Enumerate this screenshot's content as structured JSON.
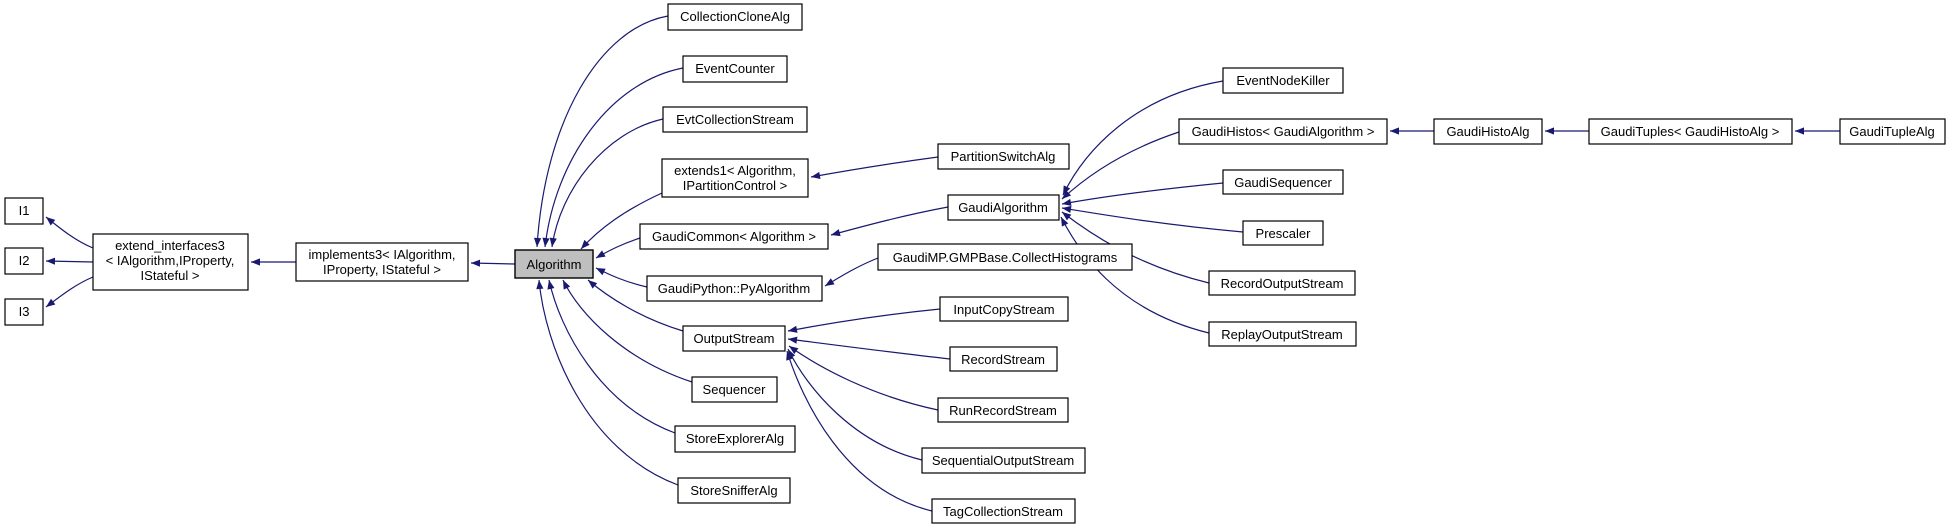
{
  "diagram": {
    "kind": "doxygen-inheritance-graph",
    "highlighted_node": "Algorithm",
    "colors": {
      "background": "#ffffff",
      "edge": "#191970",
      "node_border": "#000000",
      "node_fill": "#ffffff",
      "highlight_fill": "#bfbfbf",
      "text": "#000000"
    },
    "nodes": {
      "i1": {
        "label": "I1"
      },
      "i2": {
        "label": "I2"
      },
      "i3": {
        "label": "I3"
      },
      "extend_interfaces3": {
        "lines": [
          "extend_interfaces3",
          "< IAlgorithm,IProperty,",
          "IStateful >"
        ]
      },
      "implements3": {
        "lines": [
          "implements3< IAlgorithm,",
          "IProperty, IStateful >"
        ]
      },
      "algorithm": {
        "label": "Algorithm"
      },
      "collection_clone_alg": {
        "label": "CollectionCloneAlg"
      },
      "event_counter": {
        "label": "EventCounter"
      },
      "evt_collection_stream": {
        "label": "EvtCollectionStream"
      },
      "extends1": {
        "lines": [
          "extends1< Algorithm,",
          "IPartitionControl >"
        ]
      },
      "gaudi_common": {
        "label": "GaudiCommon< Algorithm >"
      },
      "gaudi_python_py_algorithm": {
        "label": "GaudiPython::PyAlgorithm"
      },
      "output_stream": {
        "label": "OutputStream"
      },
      "sequencer": {
        "label": "Sequencer"
      },
      "store_explorer_alg": {
        "label": "StoreExplorerAlg"
      },
      "store_sniffer_alg": {
        "label": "StoreSnifferAlg"
      },
      "partition_switch_alg": {
        "label": "PartitionSwitchAlg"
      },
      "gaudi_algorithm": {
        "label": "GaudiAlgorithm"
      },
      "gaudi_mp_collect_histograms": {
        "label": "GaudiMP.GMPBase.CollectHistograms"
      },
      "input_copy_stream": {
        "label": "InputCopyStream"
      },
      "record_stream": {
        "label": "RecordStream"
      },
      "run_record_stream": {
        "label": "RunRecordStream"
      },
      "sequential_output_stream": {
        "label": "SequentialOutputStream"
      },
      "tag_collection_stream": {
        "label": "TagCollectionStream"
      },
      "event_node_killer": {
        "label": "EventNodeKiller"
      },
      "gaudi_histos": {
        "label": "GaudiHistos< GaudiAlgorithm >"
      },
      "gaudi_sequencer": {
        "label": "GaudiSequencer"
      },
      "prescaler": {
        "label": "Prescaler"
      },
      "record_output_stream": {
        "label": "RecordOutputStream"
      },
      "replay_output_stream": {
        "label": "ReplayOutputStream"
      },
      "gaudi_histo_alg": {
        "label": "GaudiHistoAlg"
      },
      "gaudi_tuples": {
        "label": "GaudiTuples< GaudiHistoAlg >"
      },
      "gaudi_tuple_alg": {
        "label": "GaudiTupleAlg"
      }
    },
    "edges": [
      {
        "from": "extend_interfaces3",
        "to": "i1"
      },
      {
        "from": "extend_interfaces3",
        "to": "i2"
      },
      {
        "from": "extend_interfaces3",
        "to": "i3"
      },
      {
        "from": "implements3",
        "to": "extend_interfaces3"
      },
      {
        "from": "algorithm",
        "to": "implements3"
      },
      {
        "from": "collection_clone_alg",
        "to": "algorithm"
      },
      {
        "from": "event_counter",
        "to": "algorithm"
      },
      {
        "from": "evt_collection_stream",
        "to": "algorithm"
      },
      {
        "from": "extends1",
        "to": "algorithm"
      },
      {
        "from": "gaudi_common",
        "to": "algorithm"
      },
      {
        "from": "gaudi_python_py_algorithm",
        "to": "algorithm"
      },
      {
        "from": "output_stream",
        "to": "algorithm"
      },
      {
        "from": "sequencer",
        "to": "algorithm"
      },
      {
        "from": "store_explorer_alg",
        "to": "algorithm"
      },
      {
        "from": "store_sniffer_alg",
        "to": "algorithm"
      },
      {
        "from": "partition_switch_alg",
        "to": "extends1"
      },
      {
        "from": "gaudi_algorithm",
        "to": "gaudi_common"
      },
      {
        "from": "gaudi_mp_collect_histograms",
        "to": "gaudi_python_py_algorithm"
      },
      {
        "from": "input_copy_stream",
        "to": "output_stream"
      },
      {
        "from": "record_stream",
        "to": "output_stream"
      },
      {
        "from": "run_record_stream",
        "to": "output_stream"
      },
      {
        "from": "sequential_output_stream",
        "to": "output_stream"
      },
      {
        "from": "tag_collection_stream",
        "to": "output_stream"
      },
      {
        "from": "event_node_killer",
        "to": "gaudi_algorithm"
      },
      {
        "from": "gaudi_histos",
        "to": "gaudi_algorithm"
      },
      {
        "from": "gaudi_sequencer",
        "to": "gaudi_algorithm"
      },
      {
        "from": "prescaler",
        "to": "gaudi_algorithm"
      },
      {
        "from": "record_output_stream",
        "to": "gaudi_algorithm"
      },
      {
        "from": "replay_output_stream",
        "to": "gaudi_algorithm"
      },
      {
        "from": "gaudi_histo_alg",
        "to": "gaudi_histos"
      },
      {
        "from": "gaudi_tuples",
        "to": "gaudi_histo_alg"
      },
      {
        "from": "gaudi_tuple_alg",
        "to": "gaudi_tuples"
      }
    ]
  }
}
